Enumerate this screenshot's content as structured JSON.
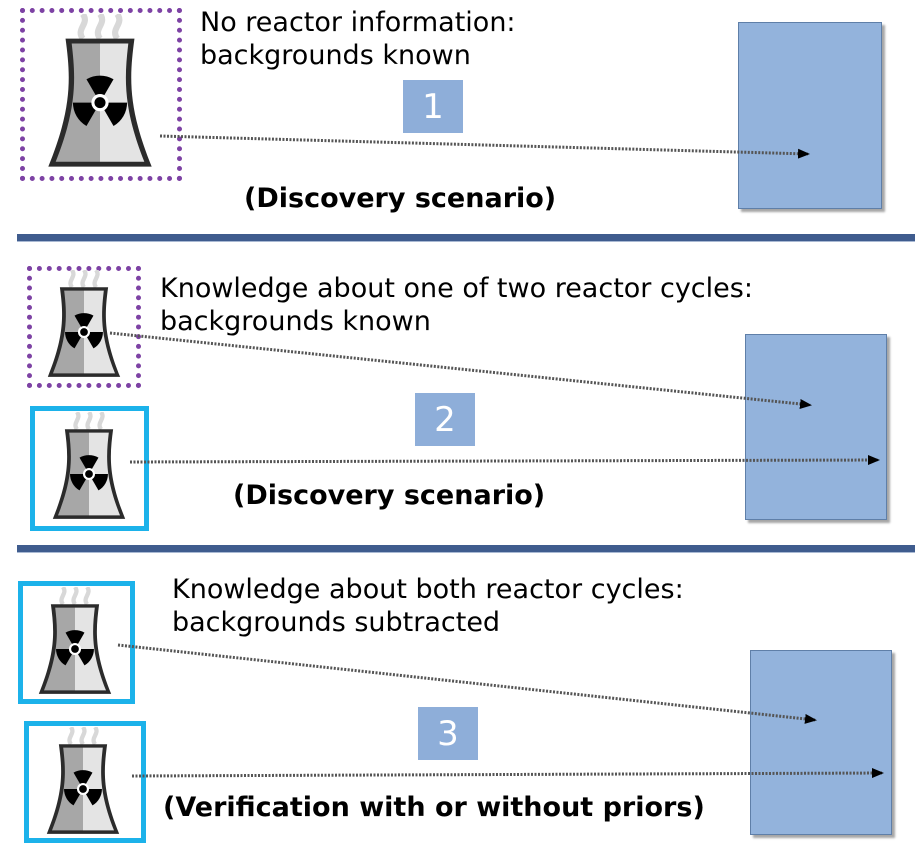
{
  "panels": [
    {
      "number": "1",
      "caption_lines": [
        "No reactor information:",
        "backgrounds known"
      ],
      "scenario": "(Discovery scenario)"
    },
    {
      "number": "2",
      "caption_lines": [
        "Knowledge about one of two reactor cycles:",
        "backgrounds known"
      ],
      "scenario": "(Discovery scenario)"
    },
    {
      "number": "3",
      "caption_lines": [
        "Knowledge about both reactor cycles:",
        "backgrounds subtracted"
      ],
      "scenario": "(Verification with or without priors)"
    }
  ],
  "colors": {
    "unknown_frame": "#7d42a4",
    "known_frame": "#1cb2ea",
    "detector": "#93b3dc",
    "divider": "#3f5c8e",
    "number_box": "#8eaed9"
  },
  "icons": [
    "cooling-tower-icon",
    "radiation-icon"
  ]
}
